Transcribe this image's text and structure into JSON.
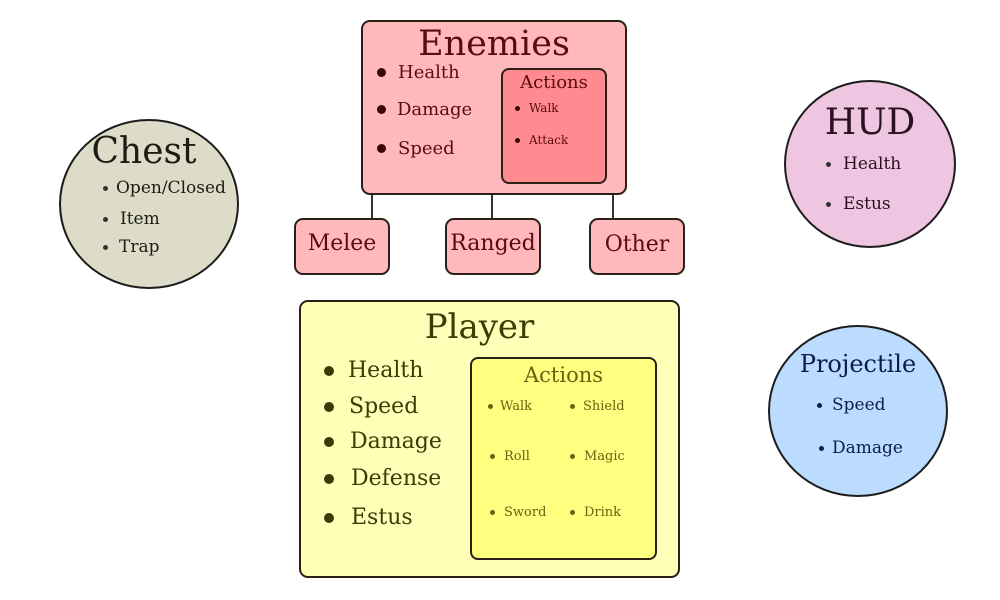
{
  "enemies": {
    "title": "Enemies",
    "attributes": [
      "Health",
      "Damage",
      "Speed"
    ],
    "actions": {
      "title": "Actions",
      "items": [
        "Walk",
        "Attack"
      ]
    },
    "subtypes": [
      "Melee",
      "Ranged",
      "Other"
    ]
  },
  "chest": {
    "title": "Chest",
    "attributes": [
      "Open/Closed",
      "Item",
      "Trap"
    ]
  },
  "hud": {
    "title": "HUD",
    "attributes": [
      "Health",
      "Estus"
    ]
  },
  "player": {
    "title": "Player",
    "attributes": [
      "Health",
      "Speed",
      "Damage",
      "Defense",
      "Estus"
    ],
    "actions": {
      "title": "Actions",
      "items": [
        "Walk",
        "Shield",
        "Roll",
        "Magic",
        "Sword",
        "Drink"
      ]
    }
  },
  "projectile": {
    "title": "Projectile",
    "attributes": [
      "Speed",
      "Damage"
    ]
  },
  "colors": {
    "enemies_fill": "#ffb8bc",
    "enemies_actions_fill": "#ff8a8f",
    "enemies_text": "#5a0a12",
    "chest_fill": "#dcdcc9",
    "hud_fill": "#eec6e2",
    "player_fill": "#ffffb8",
    "player_actions_fill": "#ffff80",
    "player_text": "#3d3a05",
    "projectile_fill": "#bcdcff",
    "projectile_text": "#0c1c44"
  }
}
